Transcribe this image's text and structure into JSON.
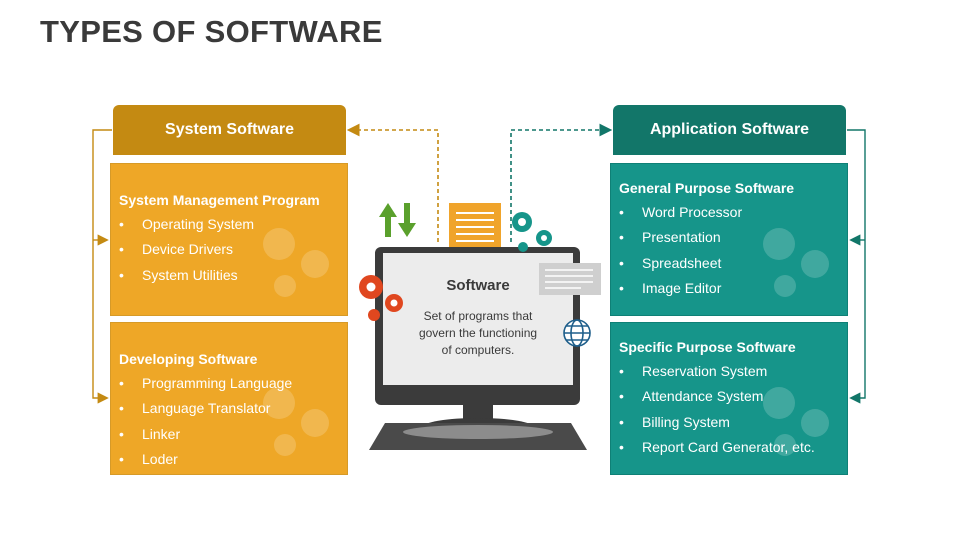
{
  "title": "TYPES OF SOFTWARE",
  "center": {
    "label": "Software",
    "description_lines": [
      "Set of programs that",
      "govern the functioning",
      "of computers."
    ]
  },
  "left": {
    "header": "System Software",
    "boxes": [
      {
        "heading": "System Management Program",
        "items": [
          "Operating System",
          "Device Drivers",
          "System Utilities"
        ]
      },
      {
        "heading": "Developing Software",
        "items": [
          "Programming Language",
          "Language Translator",
          "Linker",
          "Loder"
        ]
      }
    ]
  },
  "right": {
    "header": "Application Software",
    "boxes": [
      {
        "heading": "General Purpose Software",
        "items": [
          "Word Processor",
          "Presentation",
          "Spreadsheet",
          "Image Editor"
        ]
      },
      {
        "heading": "Specific Purpose Software",
        "items": [
          "Reservation System",
          "Attendance System",
          "Billing System",
          "Report Card Generator, etc."
        ]
      }
    ]
  },
  "colors": {
    "orange_header": "#c48a12",
    "orange_box": "#eea727",
    "teal_header": "#127669",
    "teal_box": "#16958a",
    "gear_red": "#e0471f",
    "arrow_green": "#5aa02c",
    "title_text": "#3a3a3a"
  }
}
